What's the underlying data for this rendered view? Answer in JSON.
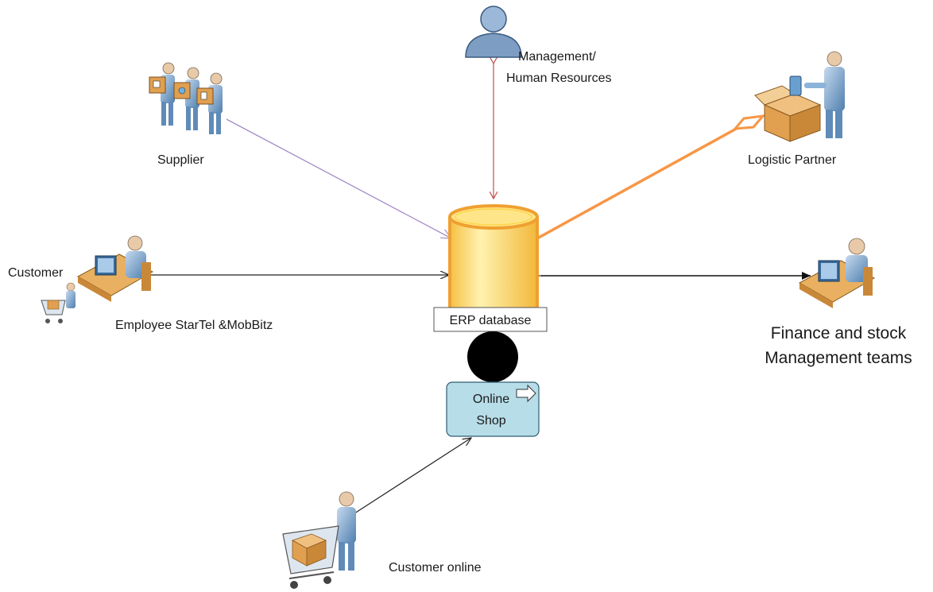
{
  "labels": {
    "management_line1": "Management/",
    "management_line2": "Human Resources",
    "supplier": "Supplier",
    "logistic": "Logistic Partner",
    "customer": "Customer",
    "employee": "Employee StarTel &MobBitz",
    "erp": "ERP database",
    "finance_line1": "Finance and stock",
    "finance_line2": "Management teams",
    "shop_line1": "Online",
    "shop_line2": "Shop",
    "customer_online": "Customer online"
  },
  "colors": {
    "supplier_link": "#a58cc8",
    "management_link": "#c0504d",
    "logistic_link": "#f79646",
    "db_fill": "#ffd966",
    "db_stroke": "#f0a030",
    "shop_fill": "#b7dde8",
    "person_blue": "#8db3d9",
    "box_brown": "#e0a050"
  },
  "icons": {
    "management": "person-silhouette-icon",
    "supplier": "supplier-people-with-boxes-icon",
    "logistic": "person-with-package-icon",
    "employee": "person-at-computer-icon",
    "customer": "shopping-cart-person-icon",
    "finance": "person-at-computer-icon",
    "customer_online": "shopping-cart-person-icon",
    "shop_arrow": "right-arrow-icon"
  }
}
